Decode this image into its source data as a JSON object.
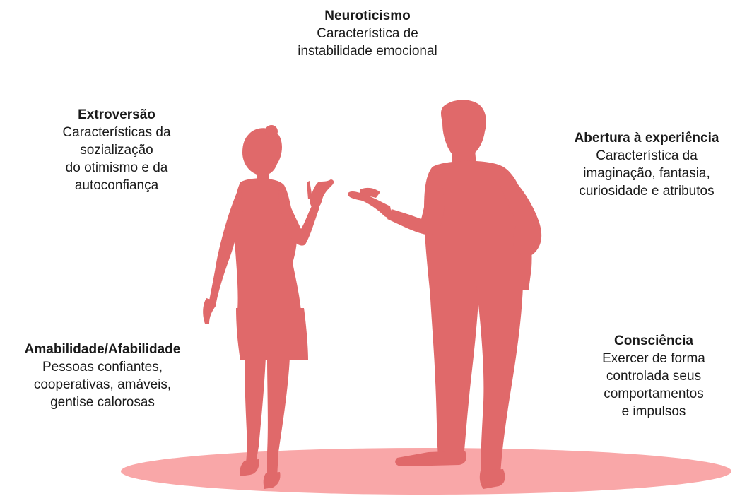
{
  "colors": {
    "silhouette": "#e0696a",
    "ground": "#f9a7a8",
    "text": "#1a1a1a"
  },
  "traits": {
    "neuroticismo": {
      "title": "Neuroticismo",
      "lines": [
        "Característica de",
        "instabilidade emocional"
      ]
    },
    "extroversao": {
      "title": "Extroversão",
      "lines": [
        "Características da",
        "sozialização",
        "do otimismo e da",
        "autoconfiança"
      ]
    },
    "abertura": {
      "title": "Abertura à experiência",
      "lines": [
        "Característica da",
        "imaginação, fantasia,",
        "curiosidade e atributos"
      ]
    },
    "amabilidade": {
      "title": "Amabilidade/Afabilidade",
      "lines": [
        "Pessoas confiantes,",
        "cooperativas, amáveis,",
        "gentise calorosas"
      ]
    },
    "consciencia": {
      "title": "Consciência",
      "lines": [
        "Exercer de forma",
        "controlada seus",
        "comportamentos",
        "e impulsos"
      ]
    }
  }
}
